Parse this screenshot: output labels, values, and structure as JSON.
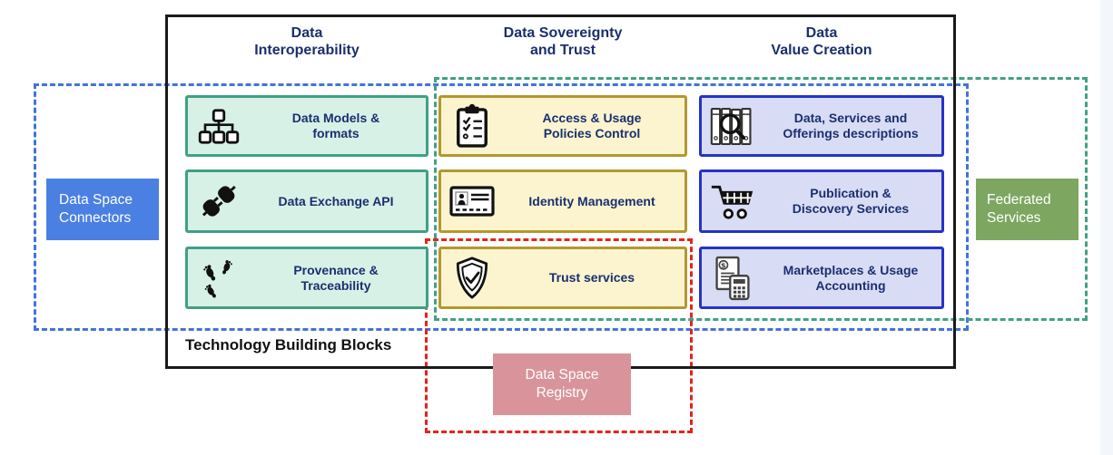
{
  "diagram": {
    "container_label": "Technology Building Blocks",
    "columns": [
      {
        "header": "Data\nInteroperability",
        "blocks": [
          {
            "label": "Data Models &\nformats",
            "icon": "hierarchy-icon"
          },
          {
            "label": "Data Exchange API",
            "icon": "plug-icon"
          },
          {
            "label": "Provenance &\nTraceability",
            "icon": "footprints-icon"
          }
        ]
      },
      {
        "header": "Data Sovereignty\nand Trust",
        "blocks": [
          {
            "label": "Access & Usage\nPolicies Control",
            "icon": "clipboard-checklist-icon"
          },
          {
            "label": "Identity Management",
            "icon": "id-card-icon"
          },
          {
            "label": "Trust services",
            "icon": "shield-check-icon"
          }
        ]
      },
      {
        "header": "Data\nValue Creation",
        "blocks": [
          {
            "label": "Data, Services and\nOfferings descriptions",
            "icon": "books-search-icon"
          },
          {
            "label": "Publication &\nDiscovery Services",
            "icon": "shopping-cart-icon"
          },
          {
            "label": "Marketplaces & Usage\nAccounting",
            "icon": "invoice-calculator-icon"
          }
        ]
      }
    ],
    "overlays": [
      {
        "label": "Data Space\nConnectors",
        "color": "#4a80e2",
        "dash_color": "#4373dc"
      },
      {
        "label": "Federated\nServices",
        "color": "#7da661",
        "dash_color": "#41a183"
      },
      {
        "label": "Data Space\nRegistry",
        "color": "#d8949a",
        "dash_color": "#e3241c"
      }
    ],
    "colors": {
      "interoperability_fill": "#d8f1e7",
      "interoperability_border": "#3fa085",
      "sovereignty_fill": "#fbf4cf",
      "sovereignty_border": "#b2992f",
      "value_creation_fill": "#d9dcf5",
      "value_creation_border": "#2533c9",
      "heading_text": "#1a2f6e",
      "main_border": "#1a1a1a"
    }
  }
}
